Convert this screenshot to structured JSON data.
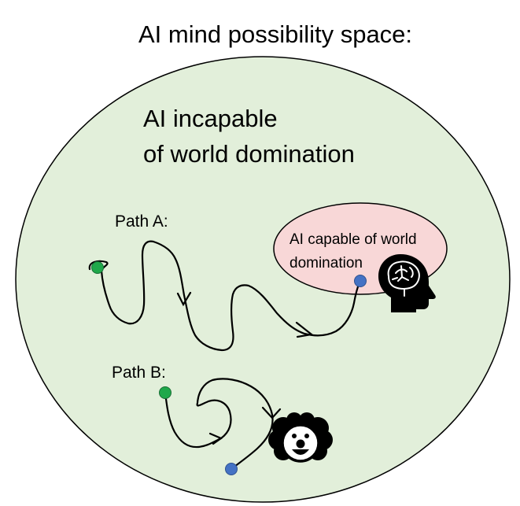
{
  "title": "AI mind possibility space:",
  "outer_region": {
    "label_line1": "AI incapable",
    "label_line2": "of world domination",
    "fill": "#e2efda",
    "stroke": "#000000"
  },
  "inner_region": {
    "label_line1": "AI capable of world",
    "label_line2": "domination",
    "fill": "#f8d7d7",
    "stroke": "#000000"
  },
  "paths": [
    {
      "label": "Path A:",
      "start_color": "#1fa84a",
      "end_color": "#4472c4"
    },
    {
      "label": "Path B:",
      "start_color": "#1fa84a",
      "end_color": "#4472c4"
    }
  ],
  "icons": {
    "brain_head": "head-with-brain-icon",
    "clown": "clown-face-icon"
  }
}
